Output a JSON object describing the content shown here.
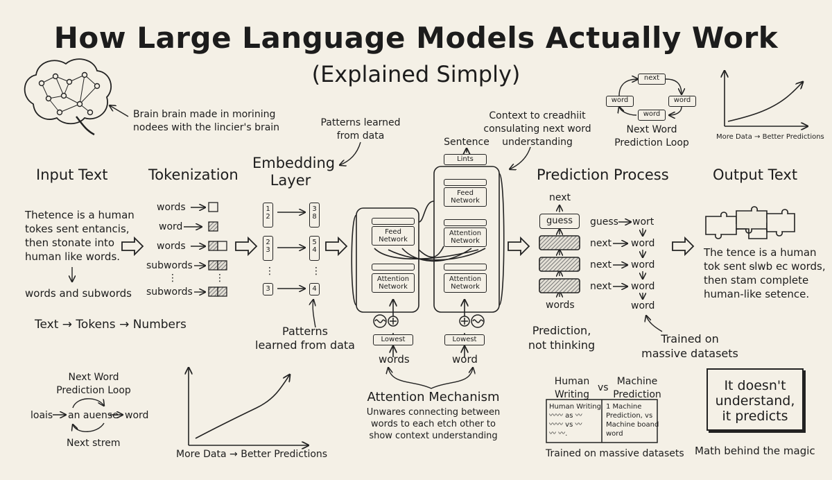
{
  "title": "How Large Language Models Actually Work",
  "subtitle": "(Explained Simply)",
  "brain_note": [
    "Brain brain made in morining",
    "nodees with the lincier's brain"
  ],
  "patterns_top": [
    "Patterns learned",
    "from data"
  ],
  "context_note": [
    "Context to creadhiit",
    "consulating next word",
    "understanding"
  ],
  "loop_top": {
    "next": "next",
    "word_left": "word",
    "word_right": "word",
    "word_bottom": "word",
    "caption": [
      "Next Word",
      "Prediction Loop"
    ]
  },
  "growth_top": {
    "caption": "More Data → Better Predictions"
  },
  "input": {
    "heading": "Input Text",
    "text": [
      "Thetence is a human",
      "tokes sent entancis,",
      "then stonate into",
      "human like words."
    ],
    "bottom": "words and subwords"
  },
  "tokenization": {
    "heading": "Tokenization",
    "rows": [
      "words",
      "word",
      "words",
      "subwords",
      "subwords"
    ],
    "dots": "⋮"
  },
  "embedding": {
    "heading": [
      "Embedding",
      "Layer"
    ],
    "left": [
      [
        "1",
        "2"
      ],
      [
        "2",
        "3"
      ],
      [
        "3"
      ]
    ],
    "right": [
      [
        "3",
        "8"
      ],
      [
        "5",
        "4"
      ],
      [
        "4"
      ]
    ],
    "dots": "⋮"
  },
  "flow": "Text → Tokens → Numbers",
  "patterns_bottom": [
    "Patterns",
    "learned from data"
  ],
  "transformer": {
    "sentence": "Sentence",
    "lints": "Lints",
    "feed": [
      "Feed",
      "Network"
    ],
    "attention": [
      "Attention",
      "Network"
    ],
    "lowest": "Lowest",
    "input_left": "words",
    "input_right": "word"
  },
  "attention": {
    "heading": "Attention Mechanism",
    "text": [
      "Unwares connecting between",
      "words to each etch other to",
      "show context understanding"
    ]
  },
  "prediction": {
    "heading": "Prediction Process",
    "next": "next",
    "guess": "guess",
    "bottom_label": "words",
    "caption": [
      "Prediction,",
      "not thinking"
    ],
    "rows": [
      {
        "left": "guess",
        "right": "wort"
      },
      {
        "left": "next",
        "right": "word"
      },
      {
        "left": "next",
        "right": "word"
      },
      {
        "left": "next",
        "right": "word"
      }
    ],
    "last": "word"
  },
  "trained_note": [
    "Trained on",
    "massive datasets"
  ],
  "output": {
    "heading": "Output Text",
    "text": [
      "The tence is a human",
      "tok sent ᵴlwb ec words,",
      "then stam complete",
      "human-like setence."
    ]
  },
  "loop_bottom": {
    "title": [
      "Next Word",
      "Prediction Loop"
    ],
    "left": "loais",
    "middle": "an auense",
    "right": "word",
    "bottom": "Next strem"
  },
  "growth_bottom": {
    "caption": "More Data → Better Predictions"
  },
  "comparison": {
    "human": [
      "Human",
      "Writing"
    ],
    "vs": "vs",
    "machine": [
      "Machine",
      "Prediction"
    ],
    "left_title": "Human Writing",
    "left_lines": [
      "〰〰 as 〰",
      "〰〰 vs 〰",
      "〰 〰."
    ],
    "right_lines": [
      "1 Machine",
      "Prediction, vs",
      "Machine boand",
      "word"
    ],
    "caption": "Trained on massive datasets"
  },
  "magic": {
    "text": [
      "It doesn't",
      "understand,",
      "it predicts"
    ],
    "caption": "Math behind the magic"
  }
}
